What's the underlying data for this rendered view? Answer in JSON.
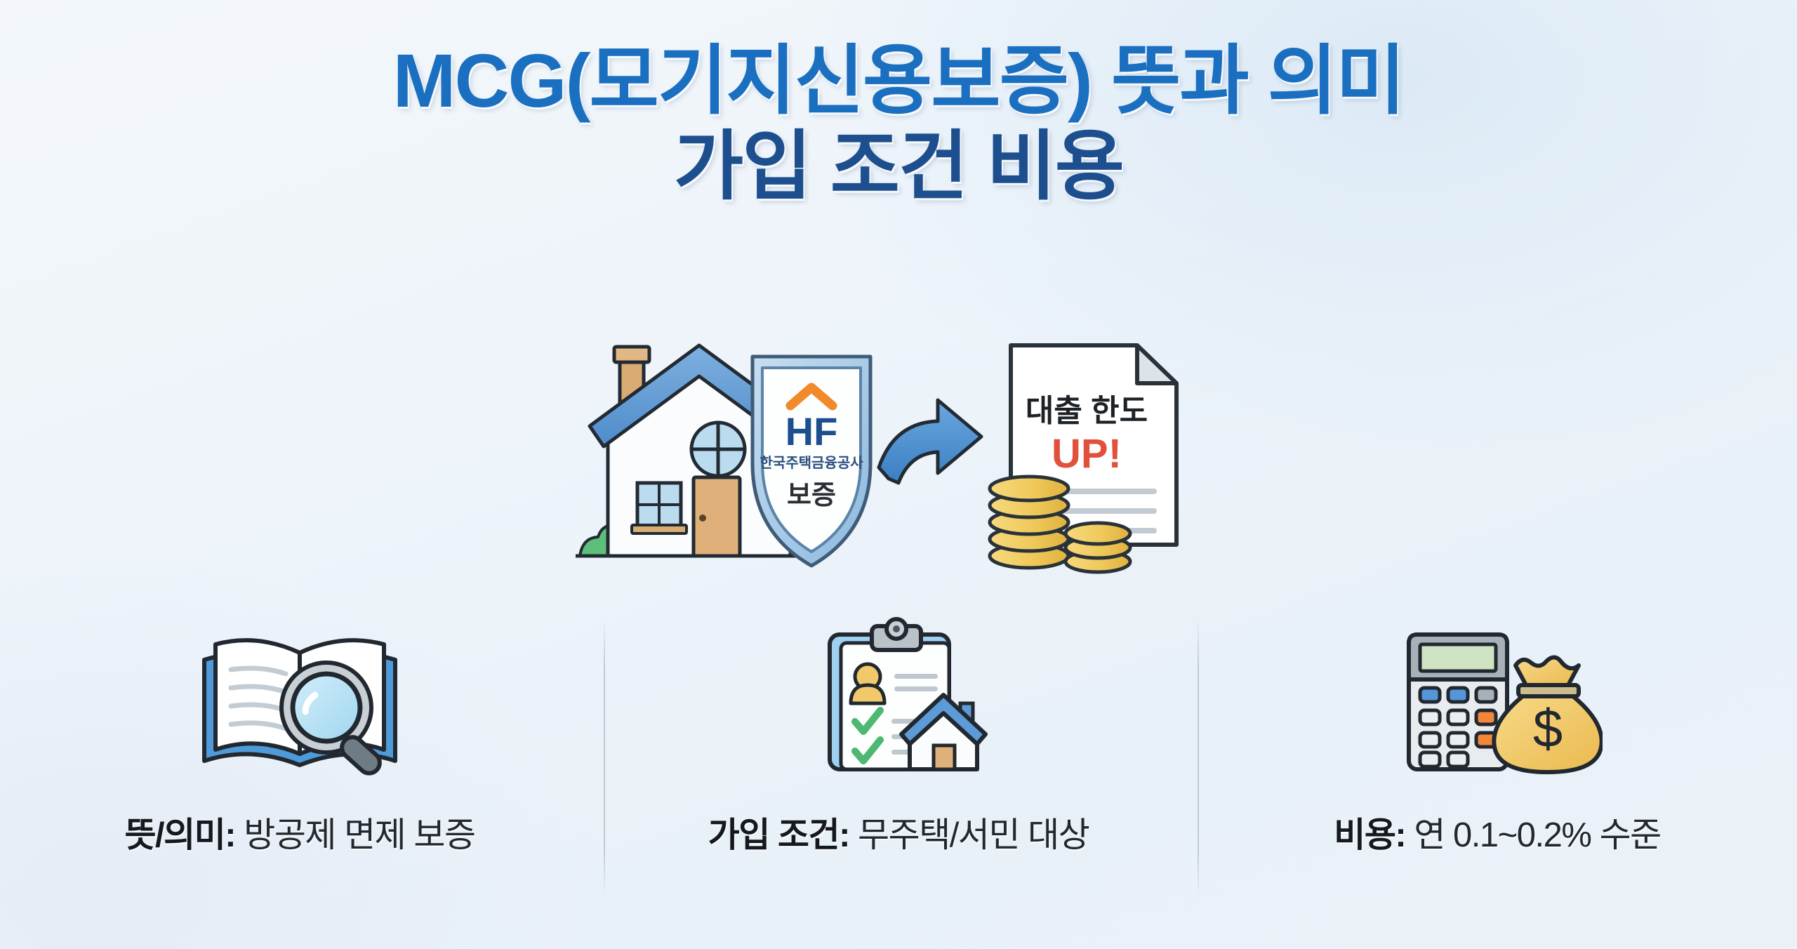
{
  "title": {
    "line1": "MCG(모기지신용보증) 뜻과 의미",
    "line2": "가입 조건 비용"
  },
  "colors": {
    "title_primary": "#1b6fc0",
    "title_secondary": "#1d4f8f",
    "roof_blue": "#5d9ad8",
    "shield_blue": "#9fc6e6",
    "hf_navy": "#1d4f8f",
    "hf_orange": "#f08a2a",
    "arrow_blue": "#4a8fd4",
    "coin_gold": "#f0c95a",
    "up_red": "#e2503c",
    "check_green": "#4cb872",
    "bag_yellow": "#f3cb6a",
    "background": "#eef3f8"
  },
  "hero": {
    "house": {
      "name": "house-illustration",
      "roof_color": "#5d9ad8",
      "door_color": "#d9ac74",
      "window_color": "#bbdcef",
      "bush_color": "#5cc07a"
    },
    "shield": {
      "name": "hf-guarantee-shield",
      "logo_text": "HF",
      "org_name": "한국주택금융공사",
      "label": "보증"
    },
    "arrow": {
      "name": "flow-arrow-right",
      "direction": "right"
    },
    "document": {
      "name": "loan-limit-document",
      "heading": "대출 한도",
      "emphasis": "UP!"
    },
    "coins": {
      "name": "coin-stacks",
      "stack_count": 2
    }
  },
  "cards": [
    {
      "id": "meaning",
      "icon_name": "book-magnifier-icon",
      "label": "뜻/의미:",
      "value": "방공제 면제 보증"
    },
    {
      "id": "conditions",
      "icon_name": "clipboard-house-icon",
      "label": "가입 조건:",
      "value": "무주택/서민 대상"
    },
    {
      "id": "cost",
      "icon_name": "calculator-moneybag-icon",
      "label": "비용:",
      "value": "연 0.1~0.2% 수준"
    }
  ]
}
